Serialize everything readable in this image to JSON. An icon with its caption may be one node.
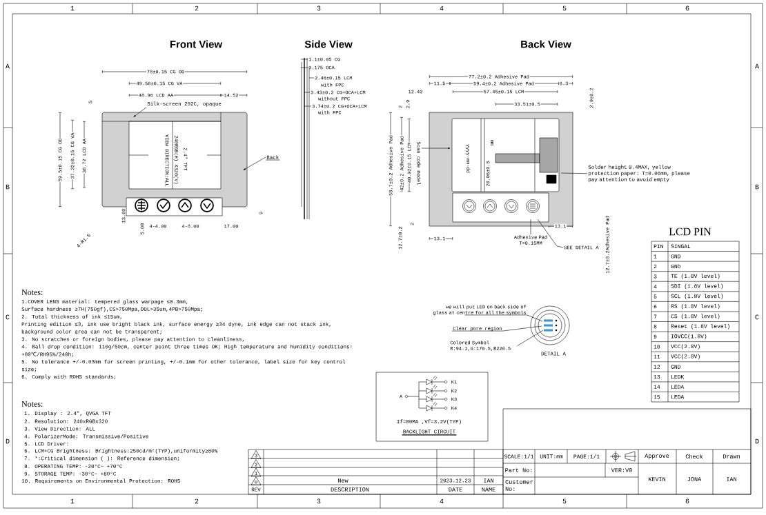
{
  "diagram": {
    "nodes": [
      {
        "text": [],
        "shape": "picture"
      },
      {
        "text": [
          "Silk-screen 292C, opaque"
        ]
      },
      {
        "text": [
          "Back"
        ]
      },
      {
        "text": [],
        "shape": "picture"
      },
      {
        "text": [
          "Scan code model"
        ]
      },
      {
        "text": [
          "Solder height 0.4MAX, yellow protection paper: T=0.06mm, please pay attention to avoid empty"
        ]
      },
      {
        "text": [
          "Adhesive Pad T=0.15MM"
        ]
      },
      {
        "text": [
          "SEE DETAIL A"
        ]
      },
      {
        "text": [],
        "shape": "circle",
        "beside": [
          "DETAIL A"
        ]
      },
      {
        "text": [
          "we will put LED on back side of glass at centre for all the symbols"
        ]
      },
      {
        "text": [
          "Clear pore region"
        ]
      },
      {
        "text": [
          "Colored Symbol R:94.1,G:176.5,B226.5"
        ]
      },
      {
        "text": [
          "If=80MA ,Vf=3.2V(TYP)",
          "BACKLIGHT CIRCUIT"
        ]
      }
    ],
    "edges": [
      {
        "from": 1,
        "to": 0,
        "arrow": "to"
      },
      {
        "from": 2,
        "to": 0,
        "arrow": "to"
      },
      {
        "from": 4,
        "to": 3,
        "arrow": "to"
      },
      {
        "from": 5,
        "to": 3,
        "arrow": "none"
      },
      {
        "from": 6,
        "to": 3,
        "arrow": "none"
      },
      {
        "from": 7,
        "to": 3,
        "arrow": "none"
      },
      {
        "from": 9,
        "to": 8,
        "arrow": "none"
      },
      {
        "from": 10,
        "to": 8,
        "arrow": "none"
      },
      {
        "from": 11,
        "to": 8,
        "arrow": "none"
      }
    ],
    "labels": [
      "1",
      "2",
      "3",
      "4",
      "5",
      "6",
      "A",
      "A",
      "B",
      "B",
      "C",
      "C",
      "D",
      "D",
      "1",
      "2",
      "3",
      "4",
      "5",
      "6",
      "Front View",
      "Side View",
      "Back View",
      "78±0.15 CG OD",
      "49.56±0.15 CG VA",
      "48.96 LCD AA",
      "14.52",
      "5",
      "59.5±0.15 CG OD",
      "37.32±0.15 CG VA",
      "36.72 LCD AA",
      "VIEW DIRECTION:ALL",
      "240RGB(H) X320(V)",
      "2.4\" TFT",
      "13.00",
      "9",
      "5.00",
      "4-4.00",
      "4-8.00",
      "17.00",
      "4-R1.5",
      "1.1±0.05 CG",
      "0.175 OCA",
      "2.46±0.15 LCM",
      "with FPC",
      "3.43±0.2 CG+OCA+LCM",
      "without FPC",
      "3.74±0.2 CG+OCA+LCM",
      "with FPC",
      "77.2±0.2 Adhesive Pad",
      "11.5",
      "59.4±0.2 Adhesive Pad",
      "6.3",
      "12.42",
      "57.45±0.15 LCM",
      "33.51±0.5",
      "2",
      "2.9",
      "2.9±0.2",
      "58.7±0.2 Adhesive Pad",
      "42±0.2 Adhesive Pad",
      "40.92±0.15 LCM",
      "yyyy-mm-dd",
      "mm",
      "20.06±0.5",
      "2",
      "12.7±0.2",
      "13.1",
      "13.1",
      "12.7±0.2Adhesive Pad",
      "A",
      "K1",
      "K2",
      "K3",
      "K4",
      "Notes:",
      "1.COVER LENS material: tempered glass warpage ≤0.3mm,",
      "Surface hardness ≥7H(750gf),CS>750Mpa,DOL>35um,4PB>750Mpa;",
      "2. Total thickness of ink ≤15um,",
      "Printing edition ≤3, ink use bright black ink, surface energy ≥34 dyne, ink edge can not stack ink,",
      "background color area can not be transparent;",
      "3. No scratches or foreign bodies, please pay attention to cleanliness,",
      "4. Ball drop condition: 110g/50cm, center point three times OK; High temperature and humidity conditions:",
      "+80℃/RH95%/240h;",
      "5. No tolerance +/-0.03mm for screen printing, +/-0.1mm for other tolerance, label size for key control",
      "size;",
      "6. Comply with ROHS standards;",
      "Notes:",
      "1. Display : 2.4\", QVGA TFT",
      "2. Resolution: 240xRGBx320",
      "3. View Direction: ALL",
      "4. PolarizerMode: Transmissive/Positive",
      "5. LCD Driver:",
      "6. LCM+CG Brightness: Brightness:250cd/m²(TYP),uniformity≥80%",
      "7. *:Critical dimension ( ): Reference dimension;",
      "8. OPERATING TEMP: -20°C~ +70°C",
      "9. STORAGE TEMP: -30°C~ +80°C",
      "10. Requirements on Environmental Protection: ROHS",
      "LCD PIN",
      "PIN",
      "SINGAL",
      "1",
      "GND",
      "2",
      "GND",
      "3",
      "TE (1.8V level)",
      "4",
      "SDI (1.8V level)",
      "5",
      "SCL (1.8V level)",
      "6",
      "RS (1.8V level)",
      "7",
      "CS (1.8V level)",
      "8",
      "Reset (1.8V level)",
      "9",
      "IOVCC(1.8V)",
      "10",
      "VCC(2.8V)",
      "11",
      "VCC(2.8V)",
      "12",
      "GND",
      "13",
      "LEDK",
      "14",
      "LEDA",
      "15",
      "LEDA",
      "3",
      "2",
      "1",
      "0",
      "New",
      "2023.12.23",
      "IAN",
      "REV",
      "DESCRIPTION",
      "DATE",
      "NAME",
      "SCALE:1/1",
      "UNIT:mm",
      "PAGE:1/1",
      "Approve",
      "Check",
      "Drawn",
      "Part No:",
      "VER:V0",
      "Customer No:",
      "KEVIN",
      "JONA",
      "IAN"
    ]
  }
}
